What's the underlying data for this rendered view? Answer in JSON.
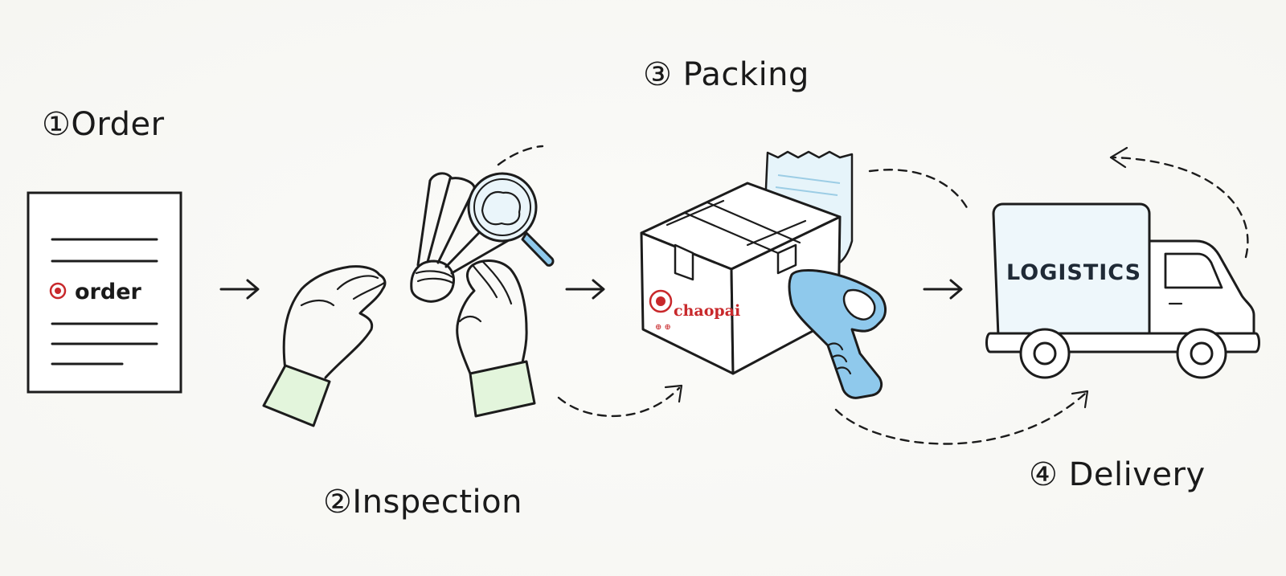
{
  "steps": [
    {
      "id": "order",
      "label": "①Order"
    },
    {
      "id": "inspection",
      "label": "②Inspection"
    },
    {
      "id": "packing",
      "label": "③ Packing"
    },
    {
      "id": "delivery",
      "label": "④ Delivery"
    }
  ],
  "order_document": {
    "text": "order"
  },
  "box": {
    "brand_text": "chaopai"
  },
  "truck": {
    "text": "LOGISTICS"
  },
  "colors": {
    "ink": "#1c1c1c",
    "brand_red": "#c8282b",
    "scanner_blue": "#8fc9ec",
    "glove_green": "#e3f5dc",
    "truck_fill": "#eef7fb",
    "paper_blue": "#e6f4fa"
  },
  "icons": [
    "order-document-icon",
    "shuttlecock-icon",
    "magnifying-glass-icon",
    "gloved-hands-icon",
    "cardboard-box-icon",
    "shipping-label-icon",
    "barcode-scanner-icon",
    "delivery-truck-icon",
    "arrow-right-icon",
    "dashed-curved-arrow-icon"
  ]
}
